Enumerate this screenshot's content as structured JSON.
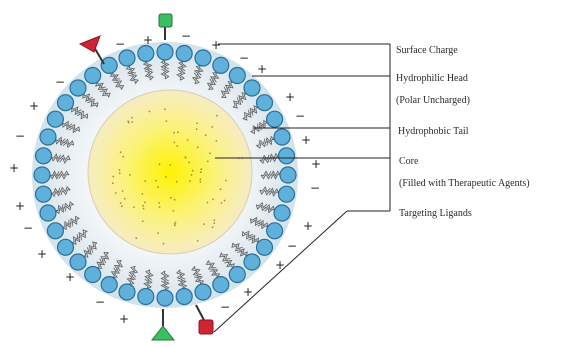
{
  "diagram": {
    "labels": {
      "surface_charge": "Surface Charge",
      "hydrophilic_head": "Hydrophilic Head",
      "polar_uncharged": "(Polar Uncharged)",
      "hydrophobic_tail": "Hydrophobic Tail",
      "core": "Core",
      "core_note": "(Filled with Therapeutic Agents)",
      "targeting_ligands": "Targeting Ligands"
    },
    "colors": {
      "head_fill": "#5fb1dc",
      "head_stroke": "#2a6f97",
      "tail": "#666666",
      "core_center": "#fff200",
      "core_edge": "#f6ecc4",
      "bilayer_shade": "#dfe7ec",
      "ligand_green": "#3cbf62",
      "ligand_red": "#cf2434"
    },
    "head_count": 40
  }
}
